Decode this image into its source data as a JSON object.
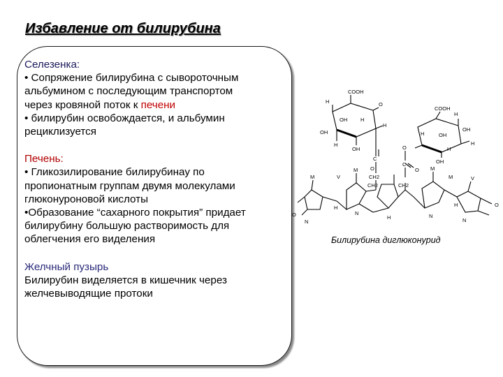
{
  "slide": {
    "title": "Избавление от билирубина"
  },
  "spleen": {
    "heading": "Селезенка:",
    "lines": [
      "• Сопряжение билирубина с сывороточным",
      "альбумином с последующим транспортом",
      "через кровяной поток к "
    ],
    "liver_word": "печени",
    "more_lines": [
      "• билирубин освобождается, и альбумин",
      "рециклизуется"
    ]
  },
  "liver": {
    "heading": "Печень:",
    "lines": [
      "• Гликозилирование билирубинау по",
      "пропионатным группам двумя молекулами",
      "глюконуроновой кислоты",
      "•Образование  “сахарного покрытия” придает",
      "билирубину большую растворимость для",
      "облегчения его виделения"
    ]
  },
  "gallbladder": {
    "heading": "Желчный пузырь",
    "lines": [
      "Билирубин виделяется в кишечник через",
      "желчевыводящие протоки"
    ]
  },
  "molecule": {
    "caption": "Билирубина диглюконурид",
    "labels": {
      "cooh": "COOH",
      "oh": "OH",
      "h": "H",
      "o": "O",
      "c": "C",
      "n": "N",
      "m": "M",
      "v": "V",
      "ch2": "CH2"
    }
  }
}
